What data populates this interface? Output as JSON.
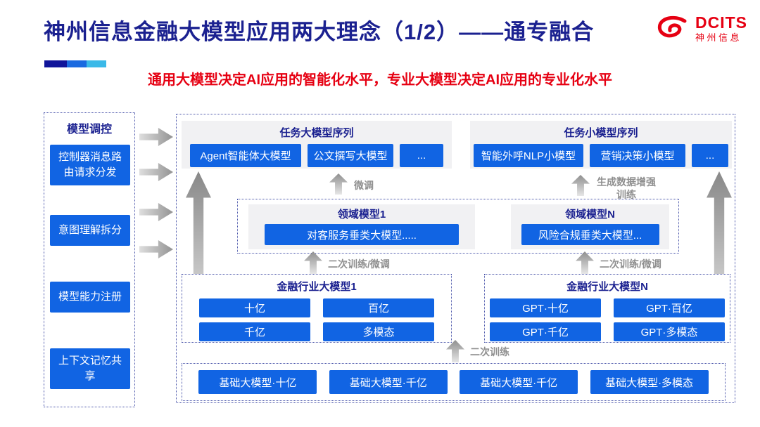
{
  "colors": {
    "navy": "#1b2190",
    "red": "#e60012",
    "node_blue": "#1164e3",
    "panel_gray": "#f1f1f3",
    "arrow_gray": "#8f8f8f",
    "accent_bar": [
      "#10149a",
      "#1a6ae0",
      "#3ab9e8"
    ]
  },
  "header": {
    "title": "神州信息金融大模型应用两大理念（1/2）——通专融合",
    "subtitle": "通用大模型决定AI应用的智能化水平，专业大模型决定AI应用的专业化水平",
    "logo_text": "DCITS",
    "logo_subtext": "神州信息"
  },
  "sidebar": {
    "title": "模型调控",
    "items": [
      "控制器消息路由请求分发",
      "意图理解拆分",
      "模型能力注册",
      "上下文记忆共享"
    ]
  },
  "task_large_models": {
    "title": "任务大模型序列",
    "items": [
      "Agent智能体大模型",
      "公文撰写大模型",
      "..."
    ]
  },
  "task_small_models": {
    "title": "任务小模型序列",
    "items": [
      "智能外呼NLP小模型",
      "营销决策小模型",
      "..."
    ]
  },
  "domain_models": {
    "model1": {
      "title": "领域模型1",
      "item": "对客服务垂类大模型....."
    },
    "modelN": {
      "title": "领域模型N",
      "item": "风险合规垂类大模型..."
    }
  },
  "industry_model1": {
    "title": "金融行业大模型1",
    "items": [
      "十亿",
      "百亿",
      "千亿",
      "多模态"
    ]
  },
  "industry_modelN": {
    "title": "金融行业大模型N",
    "items": [
      "GPT·十亿",
      "GPT·百亿",
      "GPT·千亿",
      "GPT·多模态"
    ]
  },
  "base_models": [
    "基础大模型·十亿",
    "基础大模型·千亿",
    "基础大模型·千亿",
    "基础大模型·多模态"
  ],
  "arrow_labels": {
    "finetune": "微调",
    "gen_data_training": "生成数据增强训练",
    "secondary_training_finetune_left": "二次训练/微调",
    "secondary_training_finetune_right": "二次训练/微调",
    "secondary_training": "二次训练"
  }
}
